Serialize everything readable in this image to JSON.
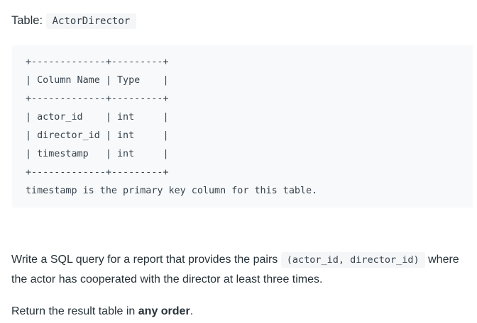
{
  "header": {
    "table_label": "Table:",
    "table_name": "ActorDirector"
  },
  "schema_block": {
    "lines": [
      "+-------------+---------+",
      "| Column Name | Type    |",
      "+-------------+---------+",
      "| actor_id    | int     |",
      "| director_id | int     |",
      "| timestamp   | int     |",
      "+-------------+---------+",
      "timestamp is the primary key column for this table."
    ]
  },
  "problem": {
    "p1_before_code": "Write a SQL query for a report that provides the pairs ",
    "p1_code": "(actor_id, director_id)",
    "p1_after_code": " where the actor has cooperated with the director at least three times.",
    "p2_before_bold": "Return the result table in ",
    "p2_bold": "any order",
    "p2_after_bold": "."
  },
  "colors": {
    "page_background": "#ffffff",
    "code_block_background": "#f7f9fa",
    "inline_code_background": "#f5f6f7",
    "body_text": "#263238",
    "code_text": "#38434e"
  }
}
